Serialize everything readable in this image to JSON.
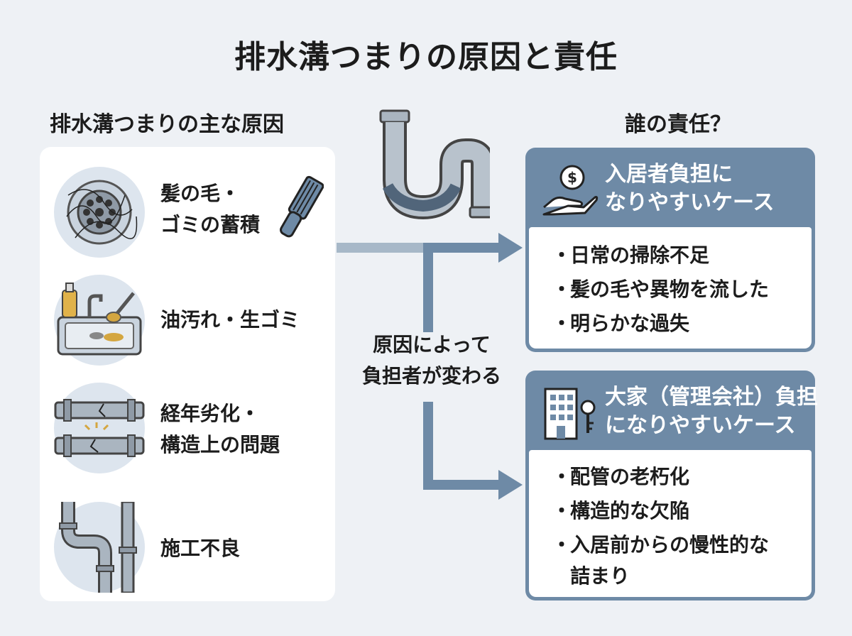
{
  "title": "排水溝つまりの原因と責任",
  "causes": {
    "heading": "排水溝つまりの主な原因",
    "items": [
      {
        "line1": "髪の毛・",
        "line2": "ゴミの蓄積",
        "icon": "drain-hair-icon"
      },
      {
        "line1": "油汚れ・生ゴミ",
        "line2": "",
        "icon": "sink-grease-icon"
      },
      {
        "line1": "経年劣化・",
        "line2": "構造上の問題",
        "icon": "cracked-pipe-icon"
      },
      {
        "line1": "施工不良",
        "line2": "",
        "icon": "bent-pipe-icon"
      }
    ]
  },
  "center": {
    "line1": "原因によって",
    "line2": "負担者が変わる",
    "icon": "p-trap-pipe-icon"
  },
  "responsibility": {
    "heading": "誰の責任？",
    "tenant": {
      "title_line1": "入居者負担に",
      "title_line2": "なりやすいケース",
      "icon": "hand-coin-icon",
      "items": [
        "日常の掃除不足",
        "髪の毛や異物を流した",
        "明らかな過失"
      ]
    },
    "landlord": {
      "title_line1": "大家（管理会社）負担",
      "title_line2": "になりやすいケース",
      "icon": "building-key-icon",
      "items": [
        "配管の老朽化",
        "構造的な欠陥",
        "入居前からの慢性的な",
        "詰まり"
      ]
    }
  },
  "bullet": "・",
  "colors": {
    "accent": "#6e8aa6",
    "panel": "#ffffff",
    "background": "#eef1f5",
    "icon_circle": "#dde5ee"
  }
}
